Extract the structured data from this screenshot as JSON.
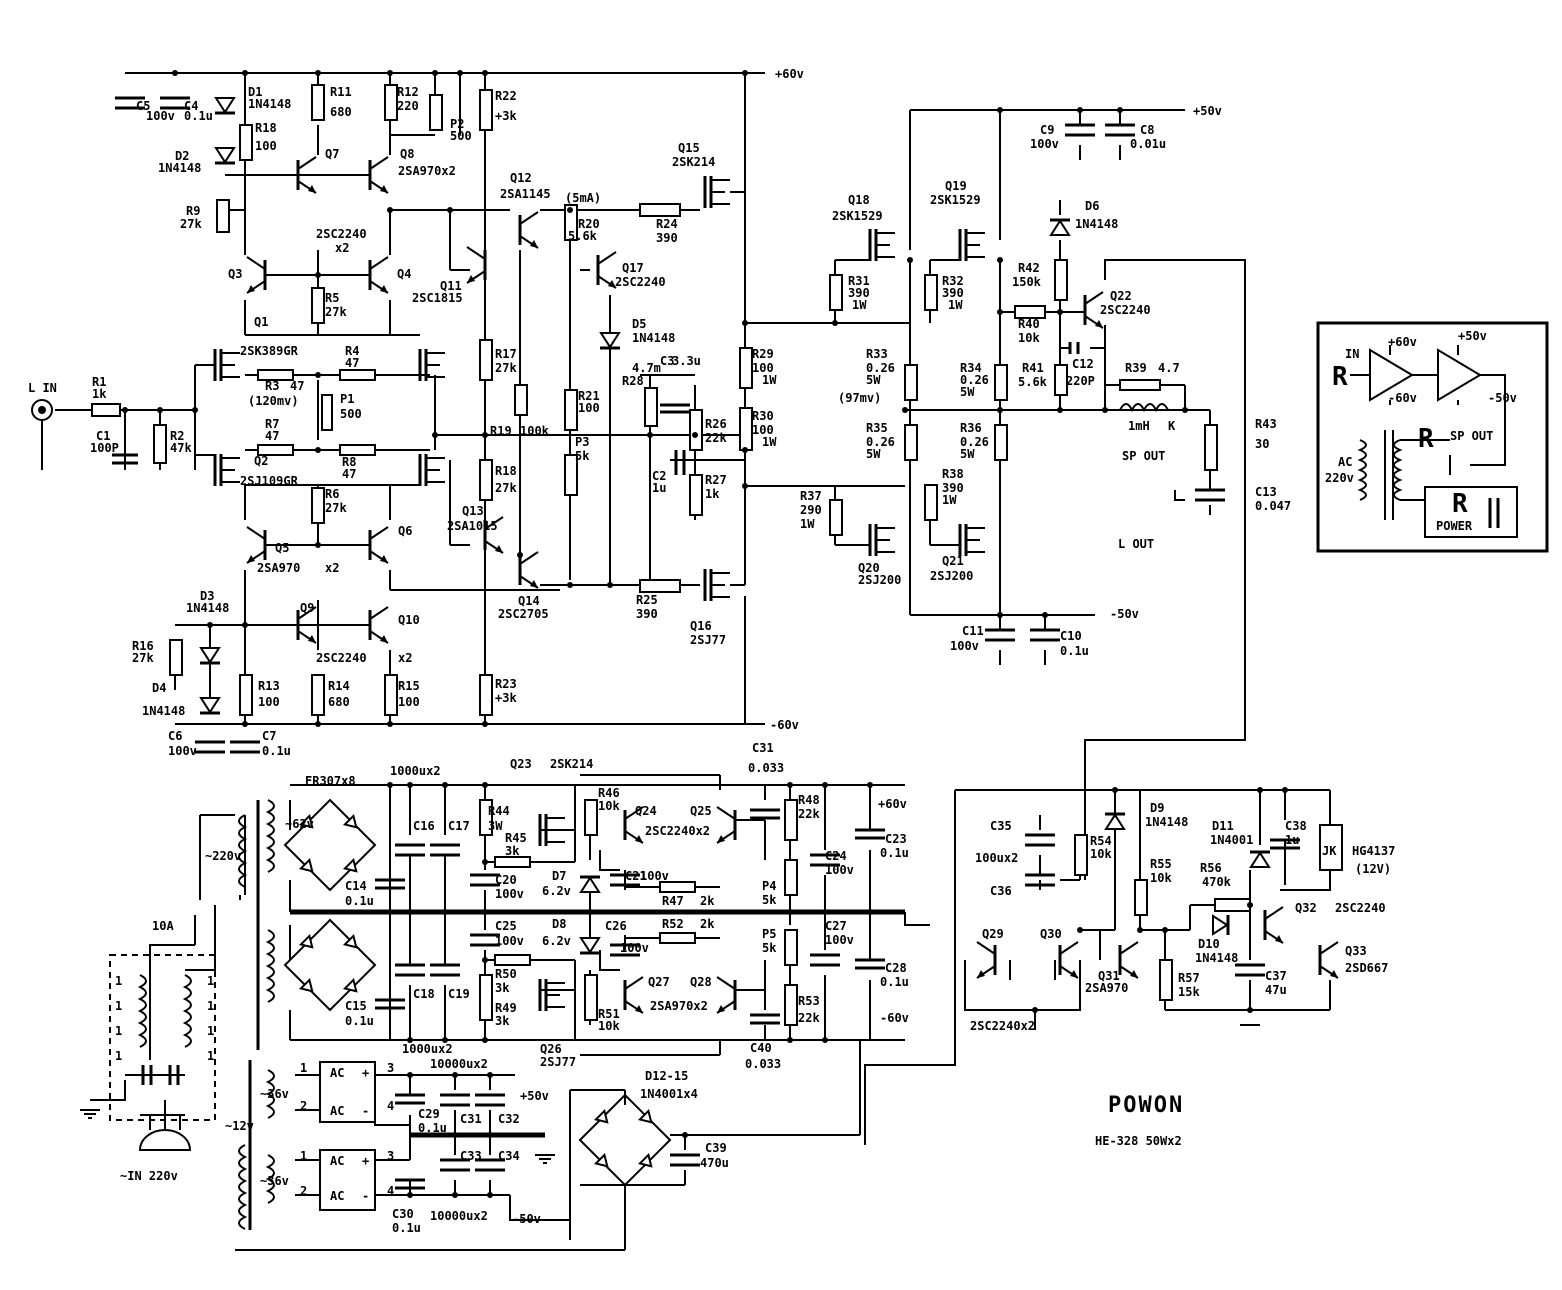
{
  "brand": "POWON",
  "model": "HE-328  50Wx2",
  "labels": {
    "L_IN": "L IN",
    "R1": "R1",
    "R1v": "1k",
    "C1": "C1",
    "C1v": "100P",
    "R2": "R2",
    "R2v": "47k",
    "C5": "C5",
    "C5v": "100v",
    "C4": "C4",
    "C4v": "0.1u",
    "D1": "D1",
    "D1v": "1N4148",
    "R18": "R18",
    "R18v": "100",
    "D2": "D2",
    "D2v": "1N4148",
    "R9": "R9",
    "R9v": "27k",
    "R11": "R11",
    "R11v": "680",
    "R12": "R12",
    "R12v": "220",
    "P2": "P2",
    "P2v": "500",
    "R22": "R22",
    "R22v": "+3k",
    "Q7": "Q7",
    "Q8": "Q8",
    "Q78": "2SA970x2",
    "Q34": "2SC2240",
    "Q34b": "x2",
    "Q3": "Q3",
    "Q4": "Q4",
    "R5": "R5",
    "R5v": "27k",
    "Q1": "Q1",
    "Q1v": "2SK389GR",
    "R4": "R4",
    "R4v": "47",
    "R3": "R3",
    "R3v": "47",
    "mv120": "(120mv)",
    "P1": "P1",
    "P1v": "500",
    "R7": "R7",
    "R7v": "47",
    "R8": "R8",
    "R8v": "47",
    "Q2": "Q2",
    "Q2v": "2SJ109GR",
    "R6": "R6",
    "R6v": "27k",
    "Q5": "Q5",
    "Q6": "Q6",
    "Q56": "2SA970",
    "Q56b": "x2",
    "D3": "D3",
    "D3v": "1N4148",
    "R16": "R16",
    "R16v": "27k",
    "D4": "D4",
    "D4v": "1N4148",
    "Q9": "Q9",
    "Q10": "Q10",
    "Q910": "2SC2240",
    "Q910b": "x2",
    "R13": "R13",
    "R13v": "100",
    "R14": "R14",
    "R14v": "680",
    "R15": "R15",
    "R15v": "100",
    "C6": "C6",
    "C6v": "100v",
    "C7": "C7",
    "C7v": "0.1u",
    "R23": "R23",
    "R23v": "+3k",
    "Q12": "Q12",
    "Q12v": "2SA1145",
    "ma5": "(5mA)",
    "Q11": "Q11",
    "Q11v": "2SC1815",
    "R17": "R17",
    "R17v": "27k",
    "R19": "R19",
    "R19v": "100k",
    "R18b": "R18",
    "R18bv": "27k",
    "Q13": "Q13",
    "Q13v": "2SA1015",
    "Q14": "Q14",
    "Q14v": "2SC2705",
    "R20": "R20",
    "R20v": "5.6k",
    "Q17": "Q17",
    "Q17v": "2SC2240",
    "D5": "D5",
    "D5v": "1N4148",
    "R21": "R21",
    "R21v": "100",
    "P3": "P3",
    "P3v": "5k",
    "C3": "C3",
    "C3v": "3.3u",
    "R28": "R28",
    "R28v": "4.7m",
    "R26": "R26",
    "R26v": "22k",
    "C2": "C2",
    "C2v": "1u",
    "R27": "R27",
    "R27v": "1k",
    "R24": "R24",
    "R24v": "390",
    "R25": "R25",
    "R25v": "390",
    "Q15": "Q15",
    "Q15v": "2SK214",
    "Q16": "Q16",
    "Q16v": "2SJ77",
    "V60p": "+60v",
    "V60n": "-60v",
    "R29": "R29",
    "R29v": "100",
    "R29w": "1W",
    "R30": "R30",
    "R30v": "100",
    "R30w": "1W",
    "Q18": "Q18",
    "Q18v": "2SK1529",
    "Q19": "Q19",
    "Q19v": "2SK1529",
    "R31": "R31",
    "R31v": "390",
    "R31w": "1W",
    "R32": "R32",
    "R32v": "390",
    "R32w": "1W",
    "R33": "R33",
    "R33v": "0.26",
    "R33w": "5W",
    "mv97": "(97mv)",
    "R34": "R34",
    "R34v": "0.26",
    "R34w": "5W",
    "R35": "R35",
    "R35v": "0.26",
    "R35w": "5W",
    "R36": "R36",
    "R36v": "0.26",
    "R36w": "5W",
    "R37": "R37",
    "R37v": "290",
    "R37w": "1W",
    "R38": "R38",
    "R38v": "390",
    "R38w": "1W",
    "Q20": "Q20",
    "Q20v": "2SJ200",
    "Q21": "Q21",
    "Q21v": "2SJ200",
    "V50p": "+50v",
    "V50n": "-50v",
    "C9": "C9",
    "C9v": "100v",
    "C8": "C8",
    "C8v": "0.01u",
    "C11": "C11",
    "C11v": "100v",
    "C10": "C10",
    "C10v": "0.1u",
    "D6": "D6",
    "D6v": "1N4148",
    "R42": "R42",
    "R42v": "150k",
    "R40": "R40",
    "R40v": "10k",
    "Q22": "Q22",
    "Q22v": "2SC2240",
    "R41": "R41",
    "R41v": "5.6k",
    "C12": "C12",
    "C12v": "220P",
    "R39": "R39",
    "R39v": "4.7",
    "L1": "1mH",
    "K": "K",
    "SPOUT": "SP OUT",
    "R43": "R43",
    "R43v": "30",
    "C13": "C13",
    "C13v": "0.047",
    "LOUT": "L OUT",
    "inset_in": "IN",
    "inset_60p": "+60v",
    "inset_60n": "-60v",
    "inset_50p": "+50v",
    "inset_50n": "-50v",
    "inset_ac": "AC",
    "inset_220": "220v",
    "inset_spout": "SP OUT",
    "inset_power": "POWER",
    "inset_R": "R",
    "FR": "FR307x8",
    "C1000": "1000ux2",
    "V62": "~62v",
    "V220": "~220v",
    "fuse": "10A",
    "mains": "~IN 220v",
    "C16": "C16",
    "C17": "C17",
    "C14": "C14",
    "C14v": "0.1u",
    "C18": "C18",
    "C19": "C19",
    "C15": "C15",
    "C15v": "0.1u",
    "C1000b": "1000ux2",
    "Q23": "Q23",
    "Q23v": "2SK214",
    "R44": "R44",
    "R44v": "3W",
    "R45": "R45",
    "R45v": "3k",
    "R46": "R46",
    "R46v": "10k",
    "Q24": "Q24",
    "Q25": "Q25",
    "Q2425": "2SC2240x2",
    "C31": "C31",
    "C31v": "0.033",
    "R48": "R48",
    "R48v": "22k",
    "C23": "C23",
    "C23v": "0.1u",
    "C24": "C24",
    "C24v": "100v",
    "C20": "C20",
    "C20v": "100v",
    "D7": "D7",
    "D7v": "6.2v",
    "C21": "C21",
    "C21v": "100v",
    "R47": "R47",
    "R47v": "2k",
    "P4": "P4",
    "P4v": "5k",
    "C25": "C25",
    "C25v": "100v",
    "D8": "D8",
    "D8v": "6.2v",
    "C26": "C26",
    "C26v": "100v",
    "R52": "R52",
    "R52v": "2k",
    "P5": "P5",
    "P5v": "5k",
    "C27": "C27",
    "C27v": "100v",
    "C28": "C28",
    "C28v": "0.1u",
    "R50": "R50",
    "R50v": "3k",
    "R49": "R49",
    "R49v": "3k",
    "Q27": "Q27",
    "Q28": "Q28",
    "Q2728": "2SA970x2",
    "R51": "R51",
    "R51v": "10k",
    "R53": "R53",
    "R53v": "22k",
    "C40": "C40",
    "C40v": "0.033",
    "Q26": "Q26",
    "Q26v": "2SJ77",
    "V60p2": "+60v",
    "V60n2": "-60v",
    "V36a": "~36v",
    "V36b": "~36v",
    "V12": "~12v",
    "AC": "AC",
    "plus": "+",
    "minus": "-",
    "p1": "1",
    "p2": "2",
    "p3": "3",
    "p4": "4",
    "C10000": "10000ux2",
    "C10000b": "10000ux2",
    "V50p2": "+50v",
    "V50n2": "-50v",
    "C29": "C29",
    "C29v": "0.1u",
    "C31b": "C31",
    "C32": "C32",
    "C33": "C33",
    "C34": "C34",
    "C30": "C30",
    "C30v": "0.1u",
    "D1216": "D12-15",
    "D1216v": "1N4001x4",
    "C39": "C39",
    "C39v": "470u",
    "C35": "C35",
    "C35v": "100ux2",
    "C36": "C36",
    "R54": "R54",
    "R54v": "10k",
    "D9": "D9",
    "D9v": "1N4148",
    "D11": "D11",
    "D11v": "1N4001",
    "C38": "C38",
    "C38v": "1u",
    "JK": "JK",
    "relay": "HG4137",
    "relayv": "(12V)",
    "R55": "R55",
    "R55v": "10k",
    "R56": "R56",
    "R56v": "470k",
    "D10": "D10",
    "D10v": "1N4148",
    "Q32": "Q32",
    "Q32v": "2SC2240",
    "Q29": "Q29",
    "Q30": "Q30",
    "Q31": "Q31",
    "Q31v": "2SA970",
    "R57": "R57",
    "R57v": "15k",
    "C37": "C37",
    "C37v": "47u",
    "Q33": "Q33",
    "Q33v": "2SD667",
    "Q2930": "2SC2240x2",
    "ones": "1"
  }
}
